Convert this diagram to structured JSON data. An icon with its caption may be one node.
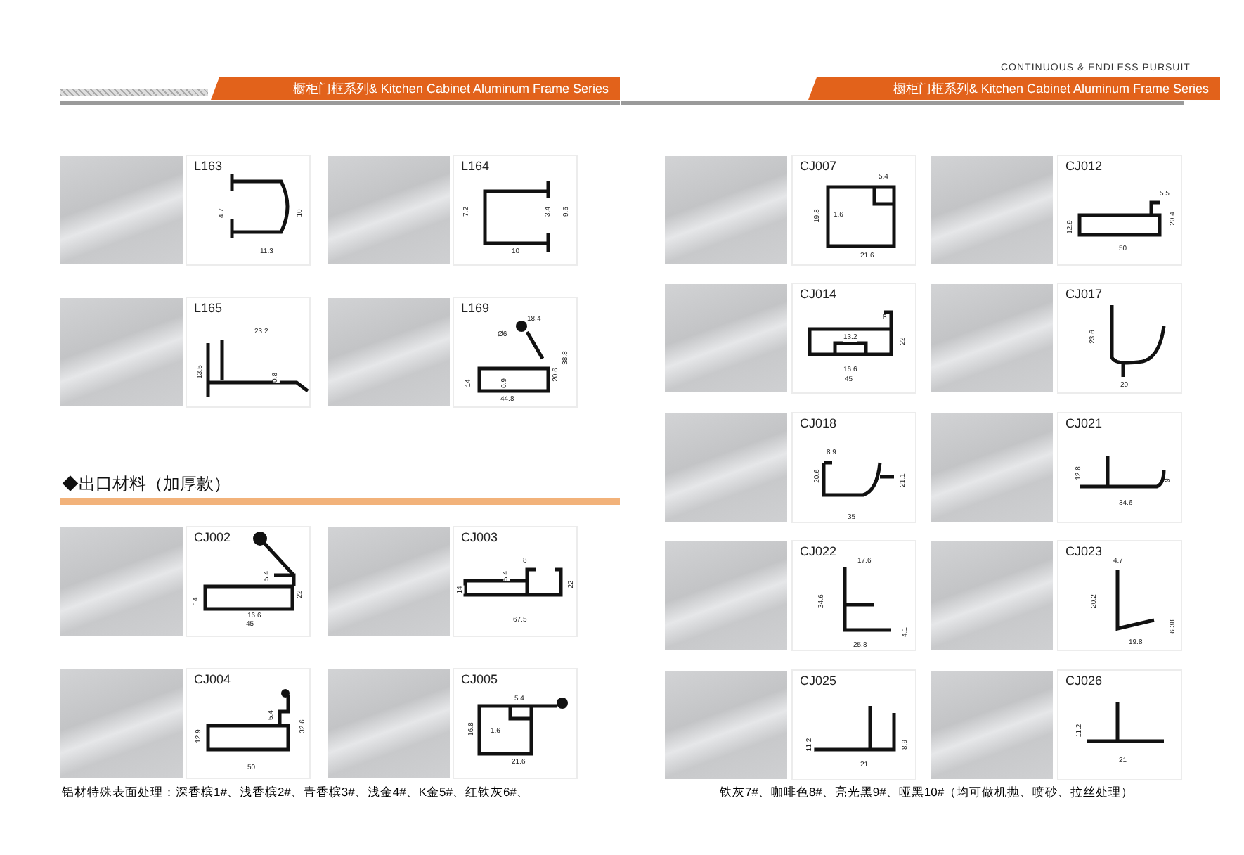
{
  "diagram": {
    "nodes": [
      {
        "text": [],
        "shape": "picture"
      },
      {
        "text": [
          "L163",
          "4.7",
          "10",
          "11.3"
        ]
      },
      {
        "text": [],
        "shape": "picture"
      },
      {
        "text": [
          "L164",
          "7.2",
          "3.4",
          "9.6",
          "10"
        ]
      },
      {
        "text": [],
        "shape": "picture"
      },
      {
        "text": [
          "L165",
          "23.2",
          "13.5",
          "0.8"
        ]
      },
      {
        "text": [],
        "shape": "picture"
      },
      {
        "text": [
          "L169",
          "18.4",
          "Ø6",
          "38.8",
          "20.6",
          "14",
          "0.9",
          "44.8"
        ]
      },
      {
        "text": [],
        "shape": "picture"
      },
      {
        "text": [
          "CJ002",
          "5.4",
          "14",
          "22",
          "16.6",
          "45"
        ]
      },
      {
        "text": [],
        "shape": "picture"
      },
      {
        "text": [
          "CJ003",
          "8",
          "5.4",
          "14",
          "22",
          "67.5"
        ]
      },
      {
        "text": [],
        "shape": "picture"
      },
      {
        "text": [
          "CJ004",
          "32.6",
          "5.4",
          "12.9",
          "50"
        ]
      },
      {
        "text": [],
        "shape": "picture"
      },
      {
        "text": [
          "CJ005",
          "5.4",
          "16.8",
          "1.6",
          "21.6"
        ]
      },
      {
        "text": [],
        "shape": "picture"
      },
      {
        "text": [
          "CJ007",
          "5.4",
          "19.8",
          "1.6",
          "21.6"
        ]
      },
      {
        "text": [],
        "shape": "picture"
      },
      {
        "text": [
          "CJ012",
          "5.5",
          "12.9",
          "20.4",
          "50"
        ]
      },
      {
        "text": [],
        "shape": "picture"
      },
      {
        "text": [
          "CJ014",
          "8",
          "13.2",
          "22",
          "16.6",
          "45"
        ]
      },
      {
        "text": [],
        "shape": "picture"
      },
      {
        "text": [
          "CJ017",
          "23.6",
          "20"
        ]
      },
      {
        "text": [],
        "shape": "picture"
      },
      {
        "text": [
          "CJ018",
          "8.9",
          "20.6",
          "21.1",
          "35"
        ]
      },
      {
        "text": [],
        "shape": "picture"
      },
      {
        "text": [
          "CJ021",
          "12.8",
          "9",
          "34.6"
        ]
      },
      {
        "text": [],
        "shape": "picture"
      },
      {
        "text": [
          "CJ022",
          "17.6",
          "34.6",
          "4.1",
          "25.8"
        ]
      },
      {
        "text": [],
        "shape": "picture"
      },
      {
        "text": [
          "CJ023",
          "4.7",
          "20.2",
          "6.38",
          "19.8"
        ]
      },
      {
        "text": [],
        "shape": "picture"
      },
      {
        "text": [
          "CJ025",
          "11.2",
          "8.9",
          "21"
        ]
      },
      {
        "text": [],
        "shape": "picture"
      },
      {
        "text": [
          "CJ026",
          "11.2",
          "21"
        ]
      }
    ],
    "edges": [],
    "labels": [
      "CONTINUOUS & ENDLESS PURSUIT",
      "橱柜门框系列& Kitchen Cabinet Aluminum Frame Series",
      "橱柜门框系列& Kitchen Cabinet Aluminum Frame Series",
      "◆出口材料（加厚款）",
      "铝材特殊表面处理：深香槟1#、浅香槟2#、青香槟3#、浅金4#、K金5#、红铁灰6#、",
      "铁灰7#、咖啡色8#、亮光黑9#、哑黑10#（均可做机抛、喷砂、拉丝处理）"
    ]
  }
}
